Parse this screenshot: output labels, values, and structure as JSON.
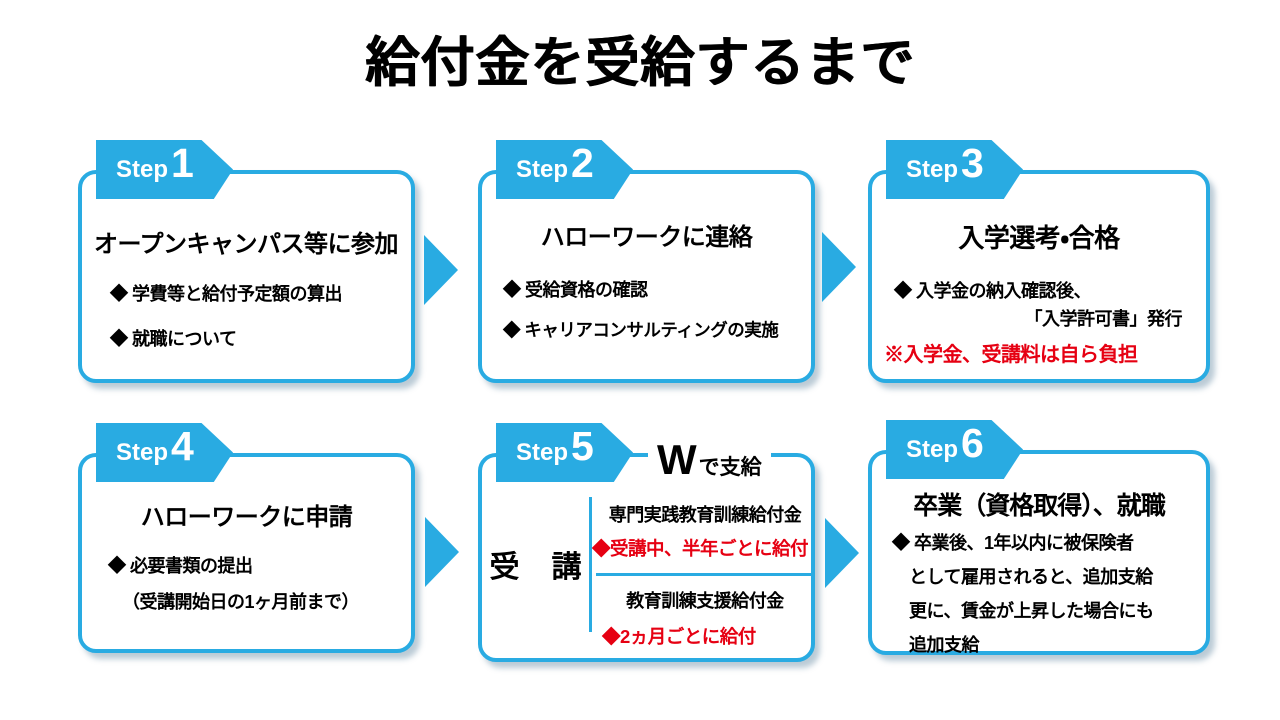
{
  "title": "給付金を受給するまで",
  "colors": {
    "accent": "#29ABE2",
    "red": "#E60012",
    "text": "#000000",
    "background": "#FFFFFF"
  },
  "steps": [
    {
      "step_label": "Step",
      "step_number": "1",
      "title": "オープンキャンパス等に参加",
      "bullets": {
        "b1": "◆ 学費等と給付予定額の算出",
        "b2": "◆ 就職について"
      }
    },
    {
      "step_label": "Step",
      "step_number": "2",
      "title": "ハローワークに連絡",
      "bullets": {
        "b1": "◆ 受給資格の確認",
        "b2": "◆ キャリアコンサルティングの実施"
      }
    },
    {
      "step_label": "Step",
      "step_number": "3",
      "title": "入学選考・合格",
      "bullets": {
        "b1": "◆ 入学金の納入確認後、",
        "b1_cont": "「入学許可書」発行"
      },
      "note_red": "※入学金、受講料は自ら負担"
    },
    {
      "step_label": "Step",
      "step_number": "4",
      "title": "ハローワークに申請",
      "bullets": {
        "b1": "◆ 必要書類の提出",
        "b1_cont": "（受講開始日の1ヶ月前まで）"
      }
    },
    {
      "step_label": "Step",
      "step_number": "5",
      "w_big": "W",
      "w_rest": "で支給",
      "left_label": "受　講",
      "benefit1": {
        "name": "専門実践教育訓練給付金",
        "detail": "◆受講中、半年ごとに給付"
      },
      "benefit2": {
        "name": "教育訓練支援給付金",
        "detail": "◆2ヵ月ごとに給付"
      }
    },
    {
      "step_label": "Step",
      "step_number": "6",
      "title": "卒業（資格取得）、就職",
      "bullet_multiline": "◆ 卒業後、1年以内に被保険者\nとして雇用されると、追加支給\n更に、賃金が上昇した場合にも\n追加支給"
    }
  ]
}
